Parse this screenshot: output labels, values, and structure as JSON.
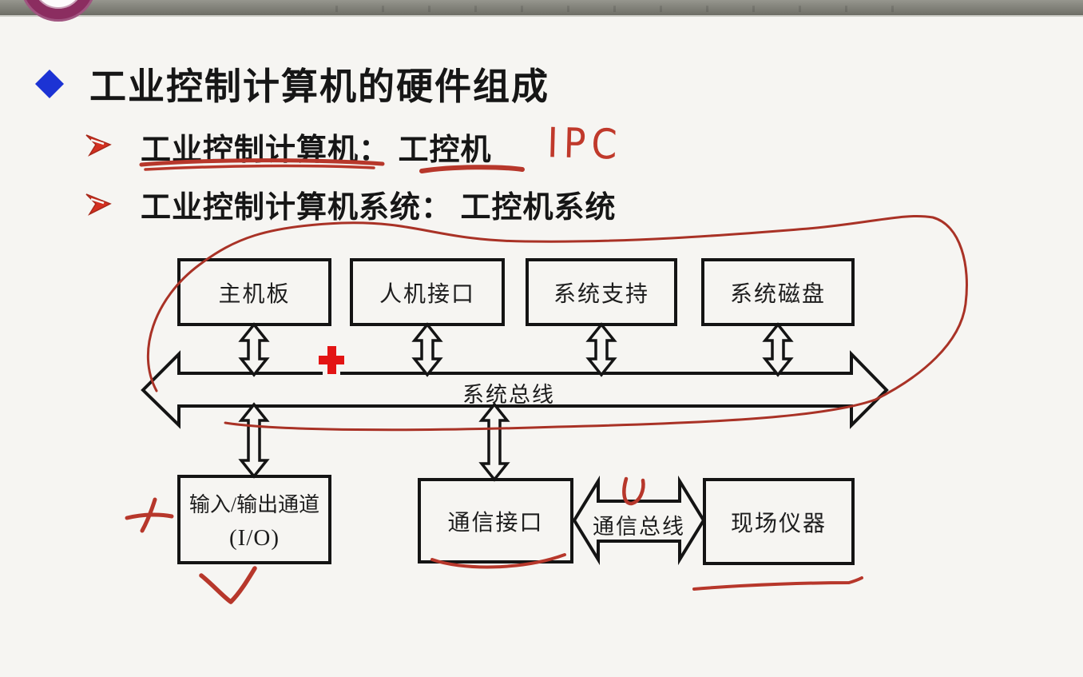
{
  "icons": {
    "university_seal": "circular-purple-seal",
    "diamond_bullet": "blue-diamond",
    "arrow_bullet": "red-arrow-head"
  },
  "slide": {
    "title": "工业控制计算机的硬件组成",
    "bullets": [
      {
        "label": "工业控制计算机： 工控机"
      },
      {
        "label": "工业控制计算机系统： 工控机系统"
      }
    ],
    "handwriting": {
      "ipc": "IPC"
    },
    "diagram": {
      "top_boxes": [
        {
          "label": "主机板"
        },
        {
          "label": "人机接口"
        },
        {
          "label": "系统支持"
        },
        {
          "label": "系统磁盘"
        }
      ],
      "system_bus_label": "系统总线",
      "io_box": {
        "line1": "输入/输出通道",
        "line2": "(I/O)"
      },
      "comm_interface_label": "通信接口",
      "comm_bus_label": "通信总线",
      "field_instruments_label": "现场仪器"
    },
    "colors": {
      "background": "#f6f5f2",
      "topbar_gray": "#7c7c74",
      "box_border": "#141414",
      "diamond_blue": "#1c33d4",
      "marker_red": "#d43020",
      "annotation_red": "#b7372b",
      "loop_red": "#a93226",
      "plus_red": "#e31414"
    }
  }
}
